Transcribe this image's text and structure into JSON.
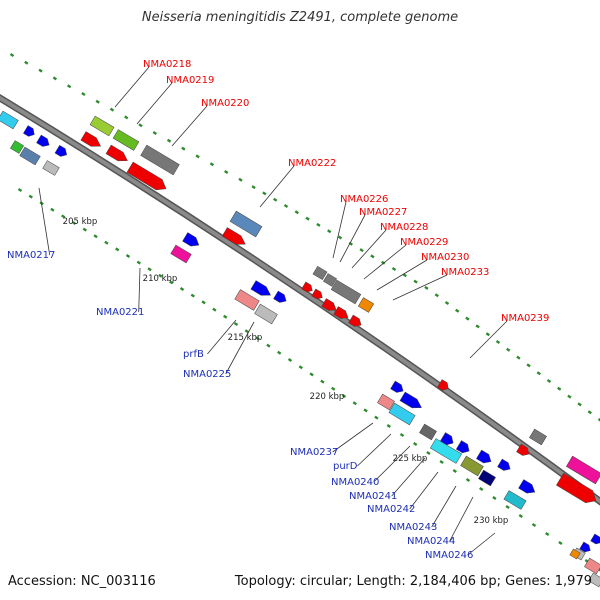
{
  "title": "Neisseria meningitidis Z2491, complete genome",
  "footer": {
    "accession": "Accession: NC_003116",
    "summary": "Topology: circular; Length: 2,184,406 bp; Genes: 1,979"
  },
  "colors": {
    "backbone": "#8a8a8a",
    "backbone_edge": "#555555",
    "tick": "#2e8b2e",
    "label_red": "#ee0000",
    "label_blue": "#1d2fb8",
    "leader": "#333333"
  },
  "scale_labels": [
    "205 kbp",
    "210 kbp",
    "215 kbp",
    "220 kbp",
    "225 kbp",
    "230 kbp"
  ],
  "red_labels": [
    "NMA0218",
    "NMA0219",
    "NMA0220",
    "NMA0222",
    "NMA0226",
    "NMA0227",
    "NMA0228",
    "NMA0229",
    "NMA0230",
    "NMA0233",
    "NMA0239"
  ],
  "blue_labels": [
    "NMA0217",
    "NMA0221",
    "prfB",
    "NMA0225",
    "NMA0237",
    "purD",
    "NMA0240",
    "NMA0241",
    "NMA0242",
    "NMA0243",
    "NMA0244",
    "NMA0246"
  ]
}
